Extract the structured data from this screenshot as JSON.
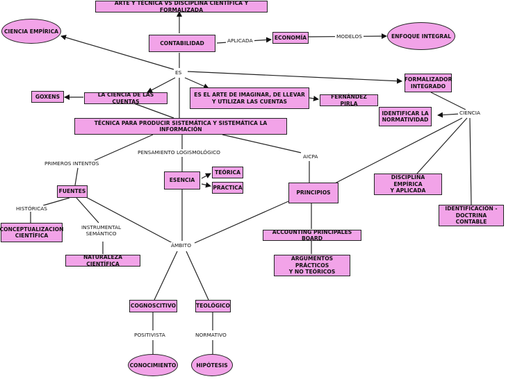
{
  "nodes": {
    "title": "ARTE Y TÉCNICA VS DISCIPLINA CIENTÍFICA Y FORMALIZADA",
    "contabilidad": "CONTABILIDAD",
    "ciencia_empirica": "CIENCIA EMPÍRICA",
    "economia": "ECONOMÍA",
    "enfoque_integral": "ENFOQUE INTEGRAL",
    "formalizador": "FORMALIZADOR\nINTEGRADO",
    "goxens": "GOXENS",
    "ciencia_cuentas": "LA CIENCIA DE LAS CUENTAS",
    "arte_imaginar": "ES EL ARTE DE IMAGINAR, DE LLEVAR\nY UTILIZAR LAS CUENTAS",
    "fernandez_pirla": "FERNÁNDEZ PIRLA",
    "identificar_normatividad": "IDENTIFICAR LA\nNORMATIVIDAD",
    "tecnica": "TÉCNICA PARA PRODUCIR SISTEMÁTICA Y SISTEMÁTICA LA INFORMACIÓN",
    "teorica": "TEÓRICA",
    "esencia": "ESENCIA",
    "practica": "PRACTICA",
    "fuentes": "FUENTES",
    "principios": "PRINCIPIOS",
    "disciplina_empirica": "DISCIPLINA EMPÍRICA\nY APLICADA",
    "identificacion_doctrina": "IDENTIFICACIÓN -\nDOCTRINA CONTABLE",
    "conceptualizacion": "CONCEPTUALIZACION\nCIENTÍFICA",
    "accounting": "ACCOUNTING PRINCIPALES BOARD",
    "naturaleza": "NATURALEZA CIENTÍFICA",
    "argumentos": "ARGUMENTOS PRÁCTICOS\nY NO TEÓRICOS",
    "cognoscitivo": "COGNOSCITIVO",
    "teologico": "TEOLÓGICO",
    "conocimiento": "CONOCIMIENTO",
    "hipotesis": "HIPÓTESIS"
  },
  "labels": {
    "aplicada": "APLICADA",
    "modelos": "MODELOS",
    "es": "ES",
    "ciencia": "CIENCIA",
    "primeros_intentos": "PRIMEROS INTENTOS",
    "pensamiento": "PENSAMIENTO LOGISMOLÓGICO",
    "aicpa": "AICPA",
    "historicas": "HISTÓRICAS",
    "instrumental": "INSTRUMENTAL\nSEMÁNTICO",
    "ambito": "ÁMBITO",
    "positivista": "POSITIVISTA",
    "normativo": "NORMATIVO"
  },
  "colors": {
    "node_fill": "#f2a3e8",
    "stroke": "#222222"
  }
}
